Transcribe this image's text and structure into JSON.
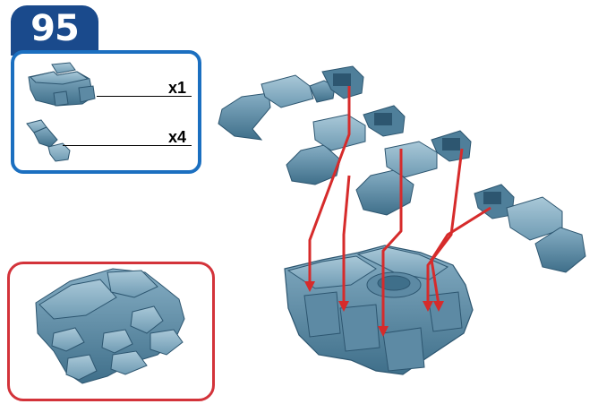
{
  "step": {
    "number": "95"
  },
  "parts": [
    {
      "name": "wide-connector-part",
      "quantity": "x1"
    },
    {
      "name": "small-hinge-part",
      "quantity": "x4"
    }
  ],
  "colors": {
    "step_tab": "#1a4a8c",
    "parts_border": "#1b6fc0",
    "result_border": "#d3333a",
    "piece_fill": "#4f7f9a",
    "piece_light": "#7ea8c0",
    "piece_dark": "#2d5670",
    "arrow": "#d62b2b"
  }
}
